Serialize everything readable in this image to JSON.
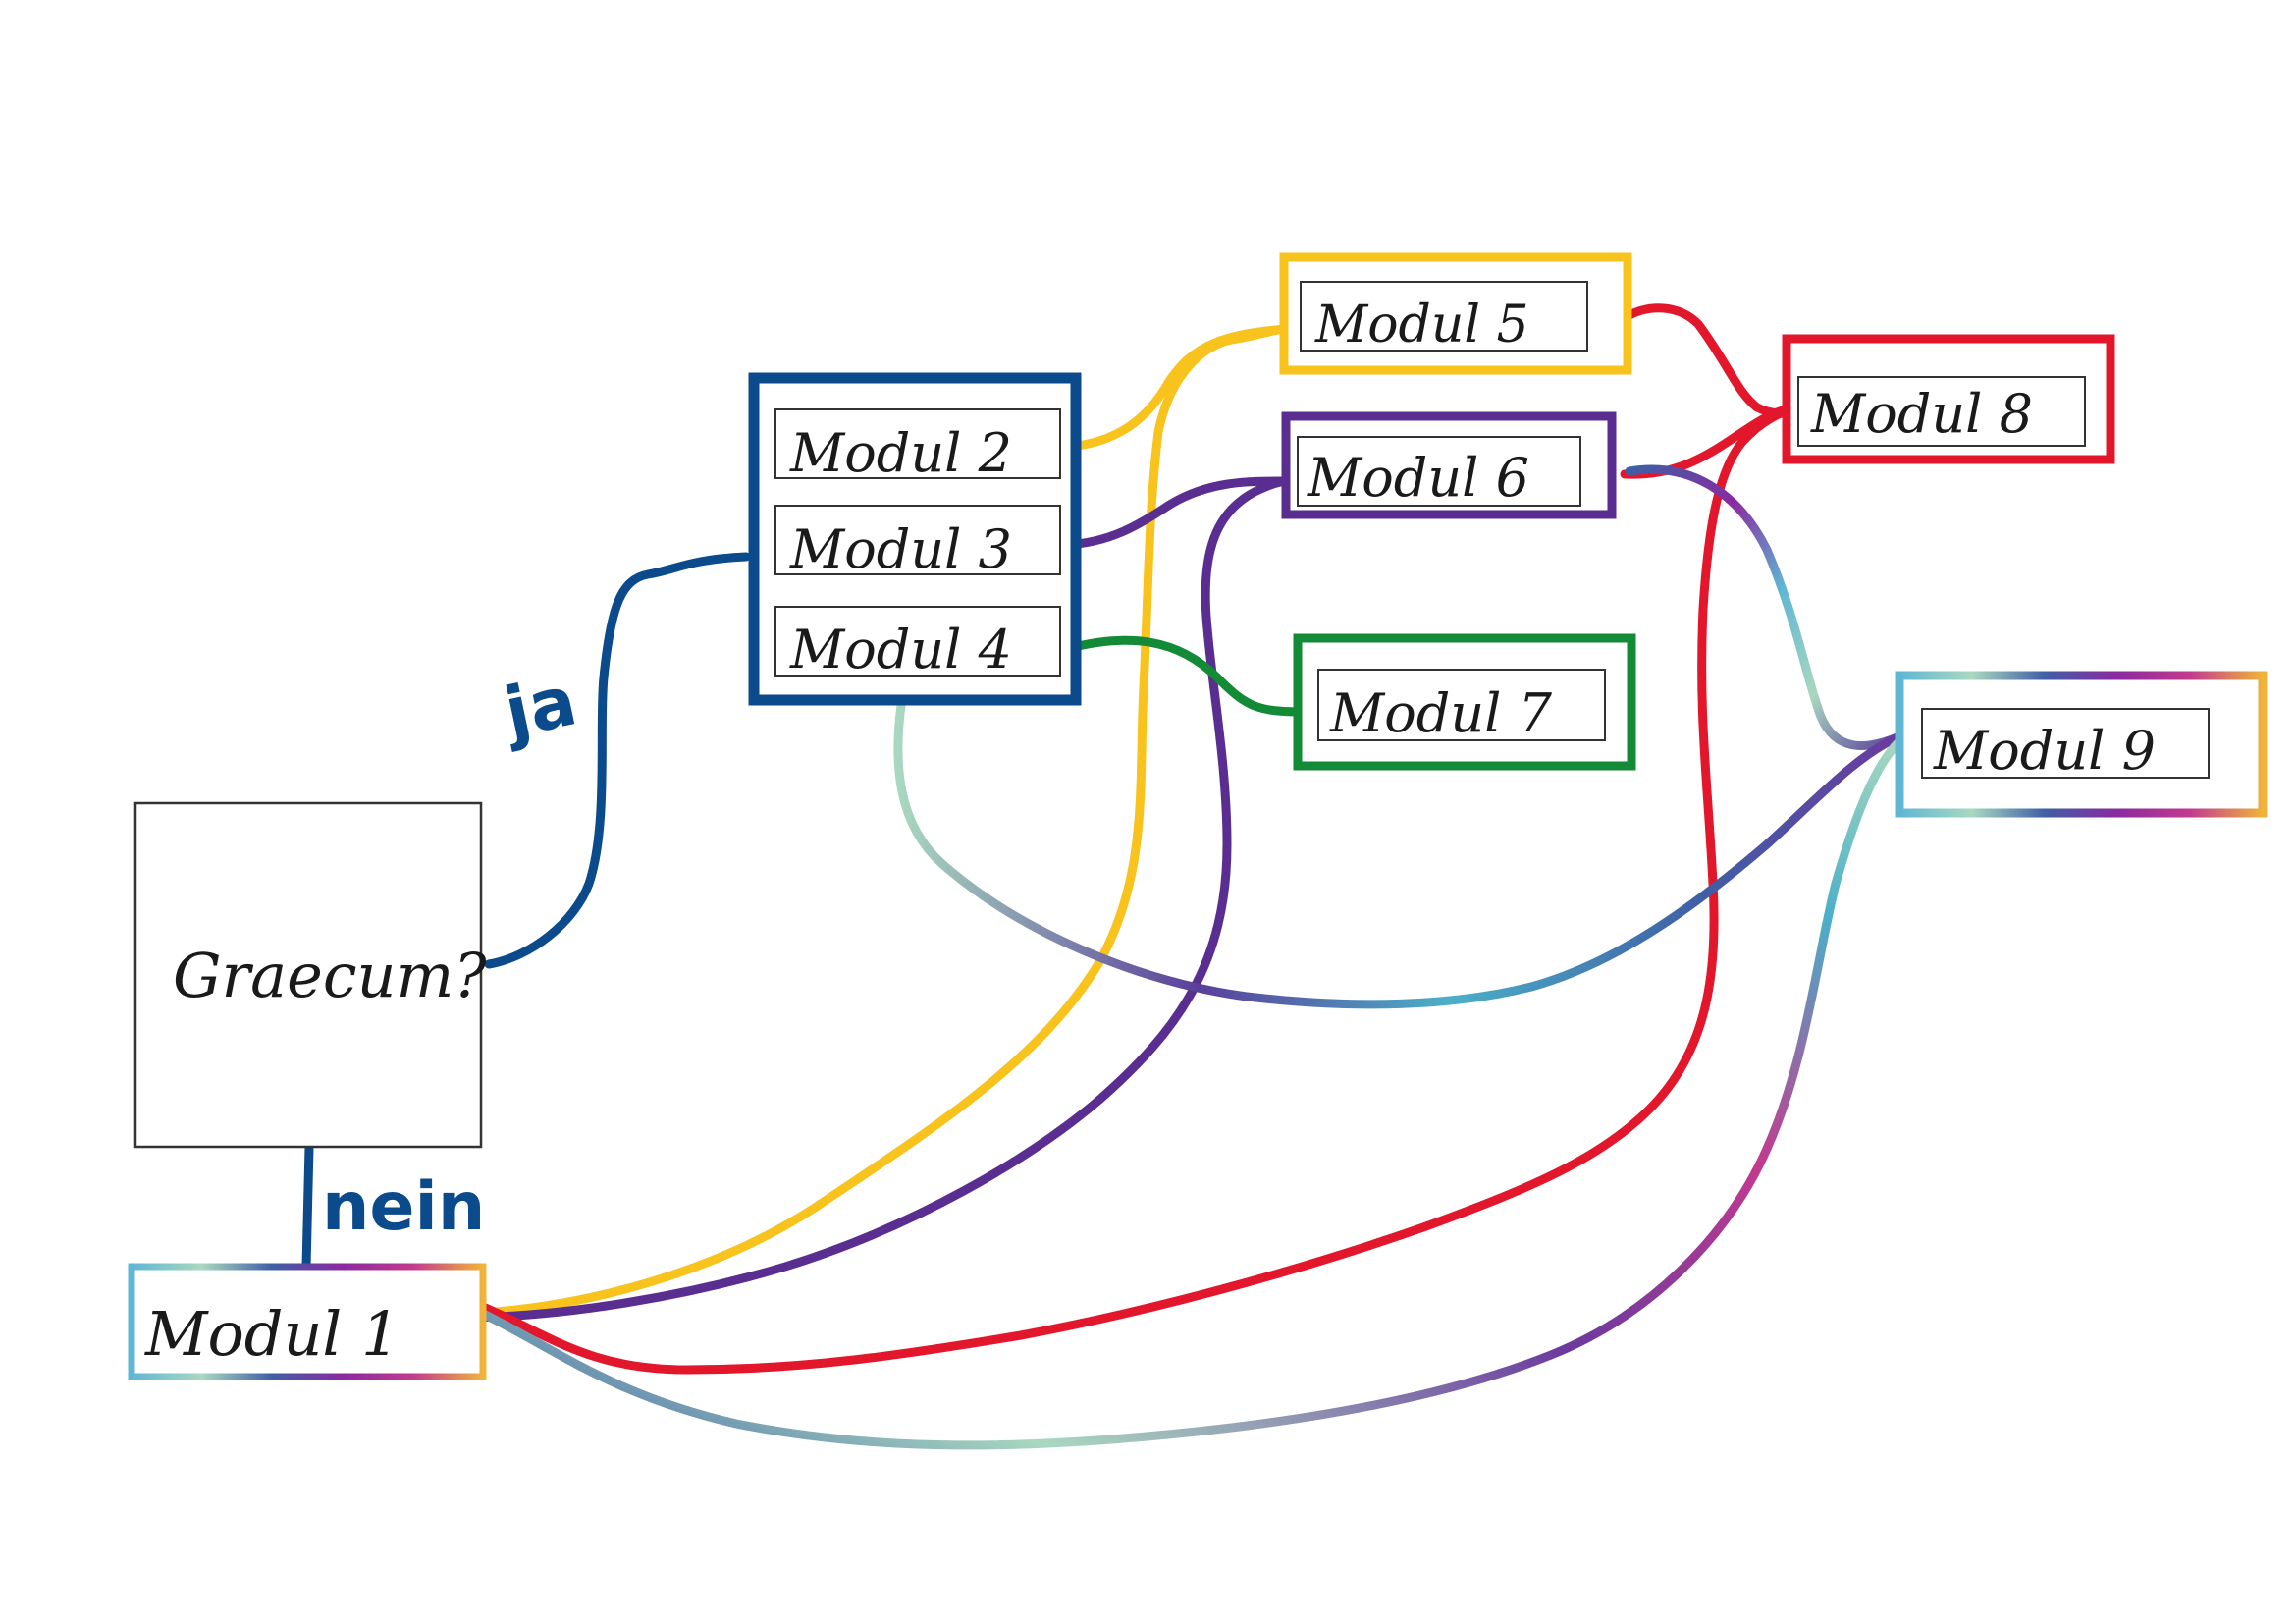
{
  "colors": {
    "blue": "#0b4a8b",
    "yellow": "#f7c31c",
    "purple": "#5a2d91",
    "green": "#138a36",
    "red": "#e3172b",
    "galaxy_stops": [
      "#5fb7d4",
      "#a9d8c0",
      "#3f5fa5",
      "#8a2aa0",
      "#c23a8e",
      "#f0b43a"
    ]
  },
  "question": {
    "label": "Graecum?"
  },
  "edges": {
    "yes_label": "ja",
    "no_label": "nein"
  },
  "modules": {
    "m1": "Modul 1",
    "m2": "Modul 2",
    "m3": "Modul 3",
    "m4": "Modul 4",
    "m5": "Modul 5",
    "m6": "Modul 6",
    "m7": "Modul 7",
    "m8": "Modul 8",
    "m9": "Modul 9"
  }
}
